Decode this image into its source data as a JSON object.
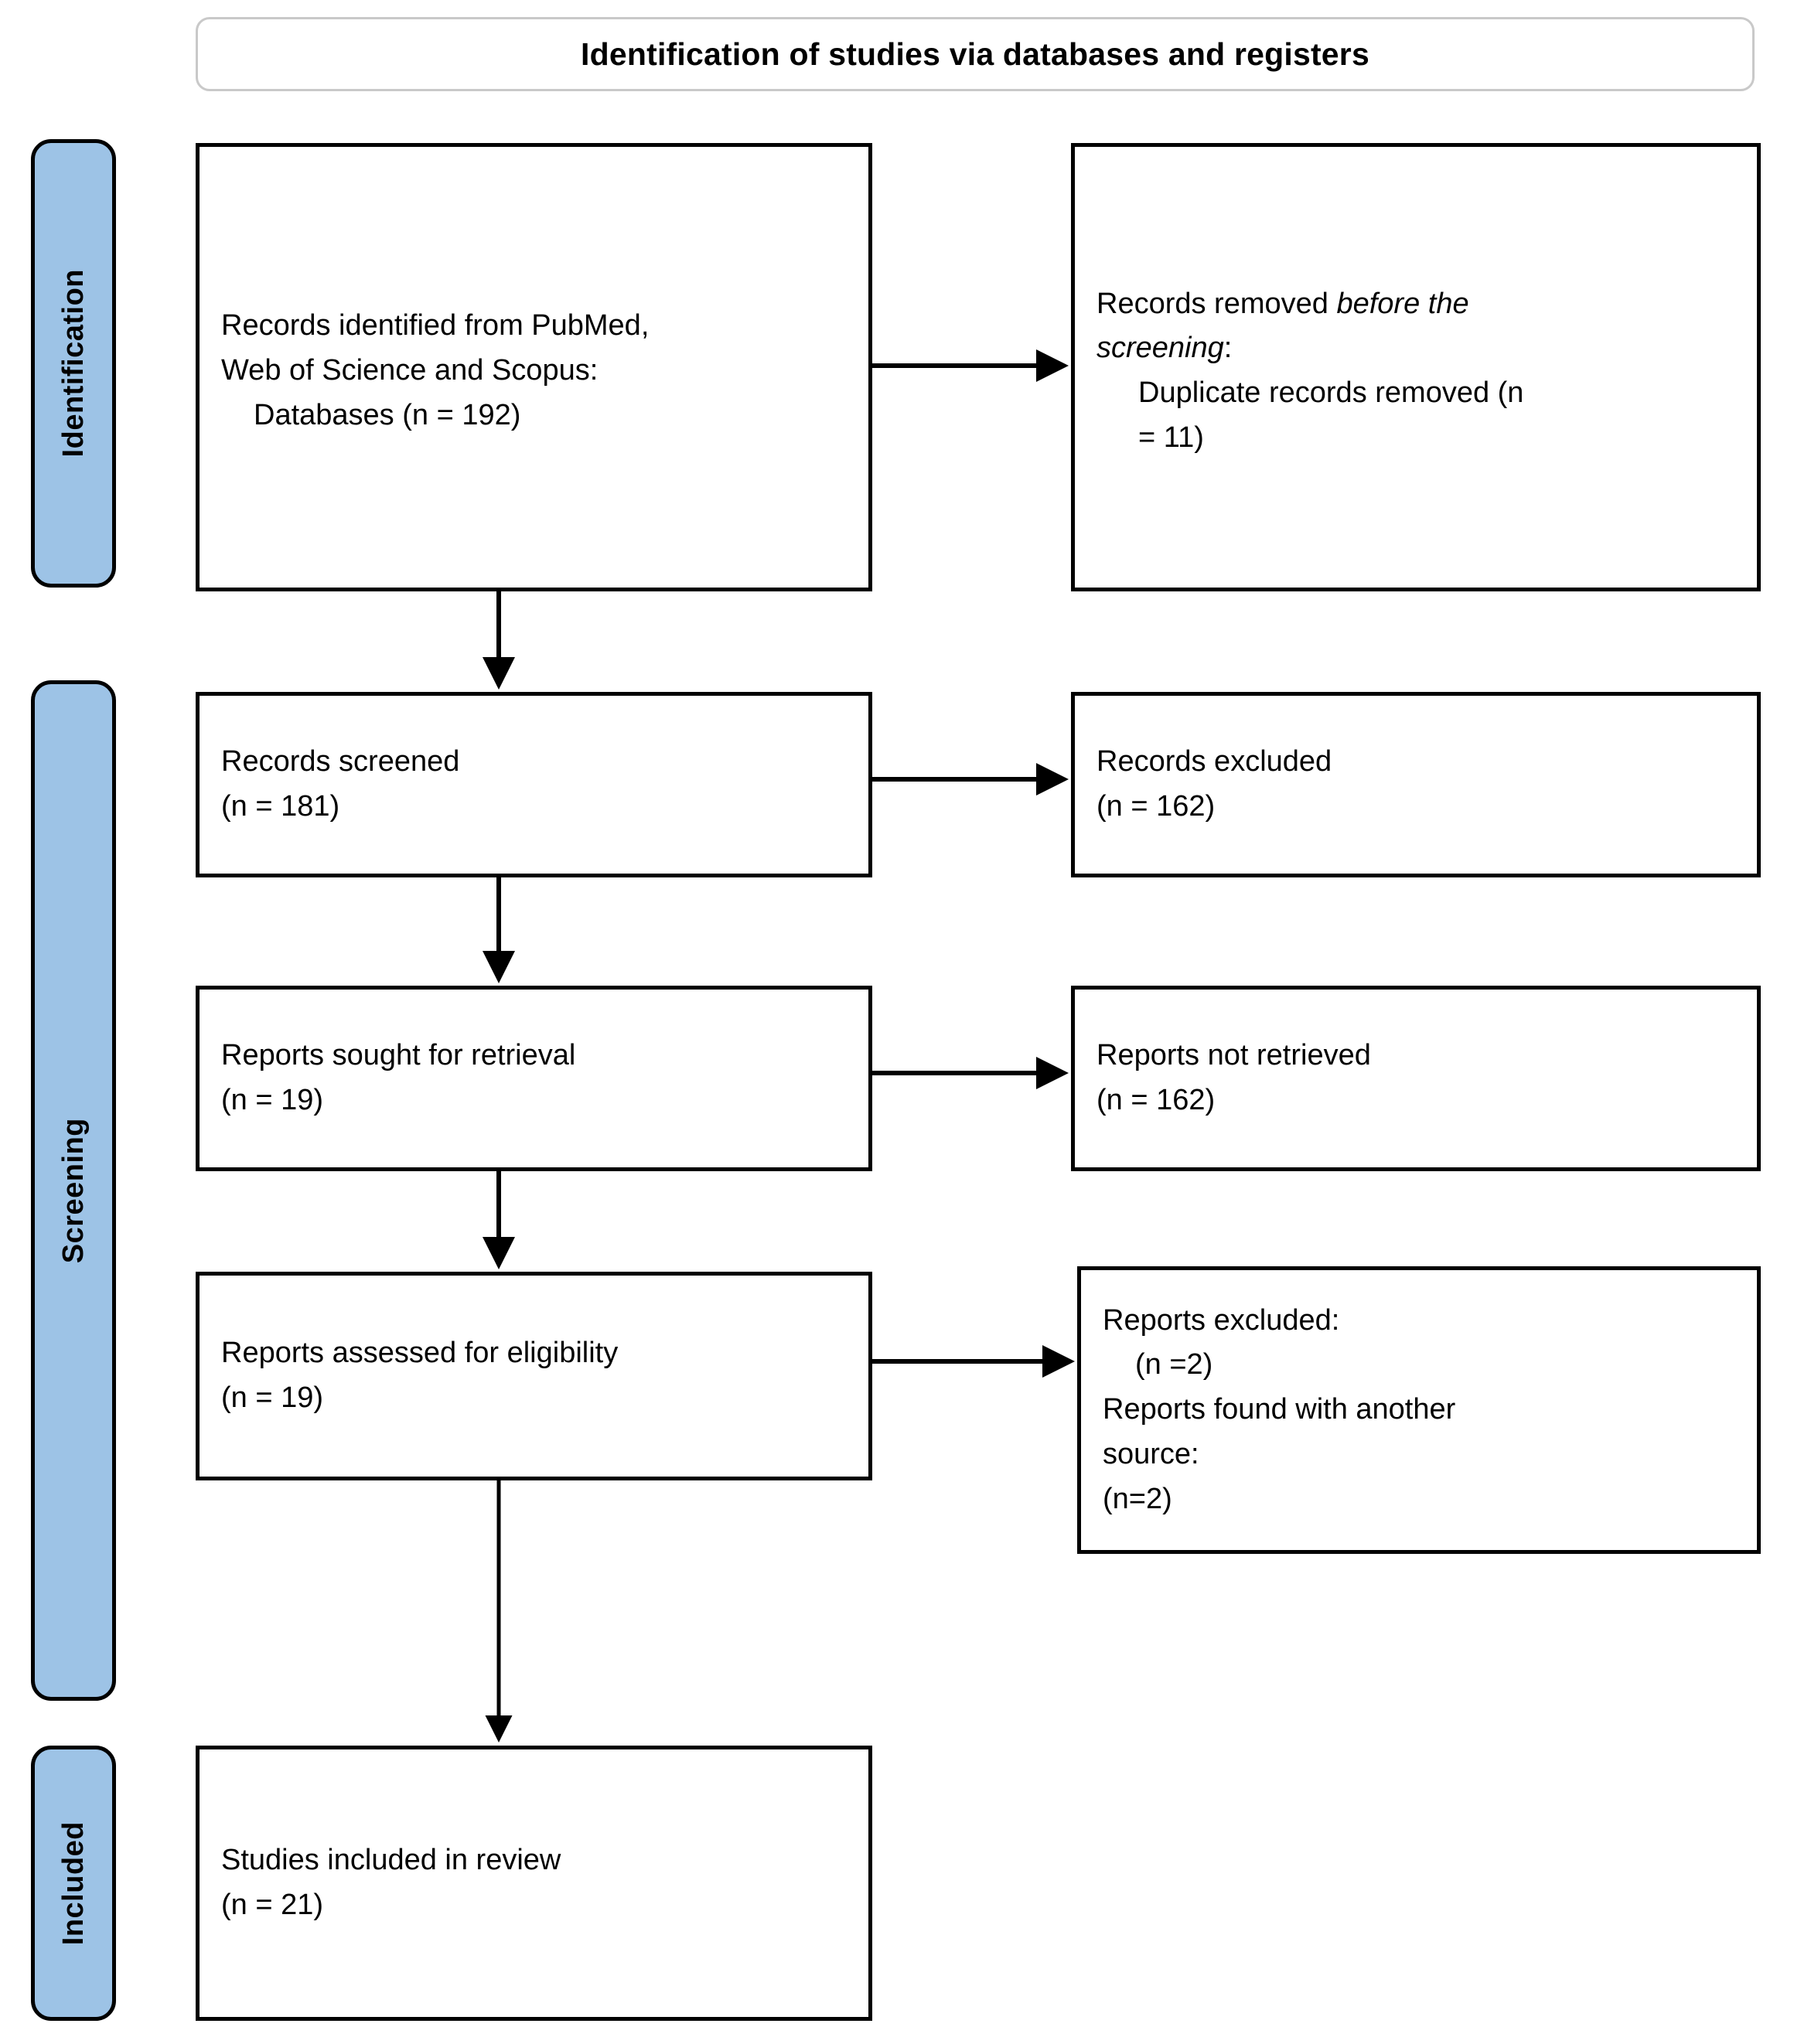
{
  "diagram": {
    "title": "Identification of studies via databases and registers",
    "type": "PRISMA flow diagram",
    "accent_color": "#9dc3e6",
    "border_color": "#000000",
    "banner_border_color": "#c9c9c9"
  },
  "stages": [
    {
      "id": "identification",
      "label": "Identification"
    },
    {
      "id": "screening",
      "label": "Screening"
    },
    {
      "id": "included",
      "label": "Included"
    }
  ],
  "boxes": {
    "identified": {
      "line1": "Records identified from PubMed,",
      "line2": "Web of Science and Scopus:",
      "line3": "Databases (n = 192)",
      "count": 192
    },
    "removed": {
      "line1_prefix": "Records removed ",
      "line1_italic": "before the",
      "line2_italic": "screening",
      "line2_suffix": ":",
      "line3": "Duplicate records removed (n",
      "line4": "= 11)",
      "count": 11
    },
    "screened": {
      "line1": "Records screened",
      "line2": "(n = 181)",
      "count": 181
    },
    "records_excluded": {
      "line1": "Records excluded",
      "line2": "(n = 162)",
      "count": 162
    },
    "sought": {
      "line1": "Reports sought for retrieval",
      "line2": "(n = 19)",
      "count": 19
    },
    "not_retrieved": {
      "line1": "Reports not retrieved",
      "line2": "(n = 162)",
      "count": 162
    },
    "assessed": {
      "line1": "Reports assessed for eligibility",
      "line2": "(n = 19)",
      "count": 19
    },
    "reports_excluded": {
      "line1": "Reports excluded:",
      "line2": "(n =2)",
      "line3": "Reports found with another",
      "line4": "source:",
      "line5": "(n=2)",
      "excluded_count": 2,
      "another_source_count": 2
    },
    "included": {
      "line1": "Studies included in review",
      "line2": "(n = 21)",
      "count": 21
    }
  },
  "connectors": [
    {
      "id": "identified-to-removed",
      "direction": "right"
    },
    {
      "id": "identified-to-screened",
      "direction": "down"
    },
    {
      "id": "screened-to-excluded",
      "direction": "right"
    },
    {
      "id": "screened-to-sought",
      "direction": "down"
    },
    {
      "id": "sought-to-not-retrieved",
      "direction": "right"
    },
    {
      "id": "sought-to-assessed",
      "direction": "down"
    },
    {
      "id": "assessed-to-reports-excluded",
      "direction": "right"
    },
    {
      "id": "assessed-to-included",
      "direction": "down"
    }
  ]
}
